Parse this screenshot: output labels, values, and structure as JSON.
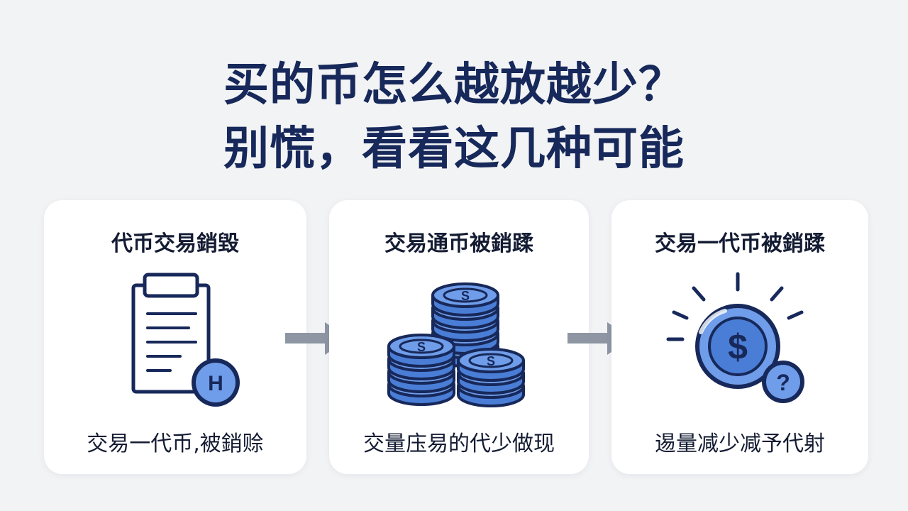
{
  "title": {
    "line1": "买的币怎么越放越少？",
    "line2": "别慌，看看这几种可能"
  },
  "cards": [
    {
      "heading": "代币交易銷毀",
      "caption": "交易一代币,被銷赊",
      "badge": "H"
    },
    {
      "heading": "交易通币被銷蹂",
      "caption": "交量庒易的代少做现"
    },
    {
      "heading": "交易一代币被銷蹂",
      "caption": "逷量减少减予代射",
      "coin_symbol": "$",
      "question_symbol": "?"
    }
  ],
  "colors": {
    "title": "#17285a",
    "icon_stroke": "#17285a",
    "coin_fill": "#5b8ee6",
    "coin_light": "#8fb5f2",
    "arrow": "#8e95a3",
    "card_bg": "#ffffff",
    "page_bg": "#f2f3f5"
  },
  "icons": [
    "clipboard-icon",
    "coin-stack-icon",
    "dollar-coin-icon",
    "question-icon",
    "arrow-right-icon"
  ]
}
